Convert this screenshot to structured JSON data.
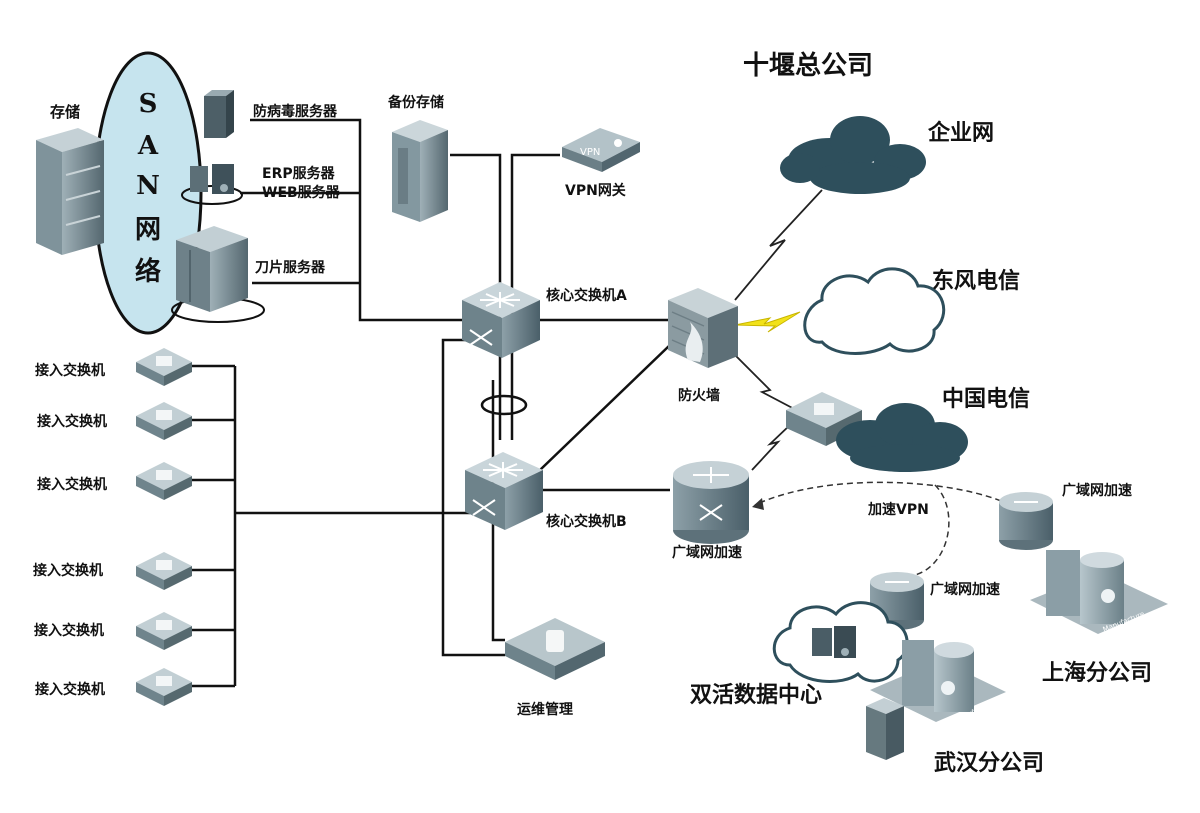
{
  "title": "十堰总公司",
  "san": {
    "letters": [
      "S",
      "A",
      "N"
    ],
    "text1": "网",
    "text2": "络"
  },
  "labels": {
    "storage": "存储",
    "antivirus": "防病毒服务器",
    "erp": "ERP服务器",
    "web": "WEB服务器",
    "blade": "刀片服务器",
    "backup": "备份存储",
    "vpn_gw": "VPN网关",
    "vpn_icon_text": "VPN",
    "coreA": "核心交换机A",
    "coreB": "核心交换机B",
    "firewall": "防火墙",
    "access": [
      "接入交换机",
      "接入交换机",
      "接入交换机",
      "接入交换机",
      "接入交换机",
      "接入交换机"
    ],
    "ops": "运维管理",
    "wan_main": "广域网加速",
    "wan_sh": "广域网加速",
    "wan_wh": "广域网加速",
    "enterprise": "企业网",
    "dongfeng": "东风电信",
    "china_telecom": "中国电信",
    "accel_vpn": "加速VPN",
    "dual_dc": "双活数据中心",
    "shanghai": "上海分公司",
    "wuhan": "武汉分公司",
    "manufacture": "Manufacture"
  },
  "colors": {
    "san_fill": "#c6e4ee",
    "dark_cloud": "#2e4f5c",
    "device": "#7e939c",
    "bolt": "#f2e21a"
  },
  "icons": [
    "storage-rack-icon",
    "server-icon",
    "switch-icon",
    "firewall-icon",
    "router-icon",
    "cloud-icon",
    "building-icon",
    "vpn-gateway-icon",
    "lightning-icon"
  ]
}
